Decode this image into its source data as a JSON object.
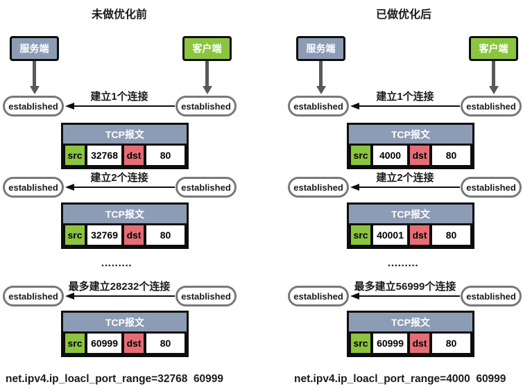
{
  "panels": {
    "before": {
      "title": "未做优化前",
      "server_label": "服务端",
      "client_label": "客户端",
      "established_label": "established",
      "tcp_header": "TCP报文",
      "src_label": "src",
      "dst_label": "dst",
      "dst_port": "80",
      "ellipsis": ".........",
      "connections": [
        {
          "label": "建立1个连接",
          "src_port": "32768"
        },
        {
          "label": "建立2个连接",
          "src_port": "32769"
        },
        {
          "label": "最多建立28232个连接",
          "src_port": "60999"
        }
      ],
      "sysctl": "net.ipv4.ip_loacl_port_range=32768  60999"
    },
    "after": {
      "title": "已做优化后",
      "server_label": "服务端",
      "client_label": "客户端",
      "established_label": "established",
      "tcp_header": "TCP报文",
      "src_label": "src",
      "dst_label": "dst",
      "dst_port": "80",
      "ellipsis": ".........",
      "connections": [
        {
          "label": "建立1个连接",
          "src_port": "4000"
        },
        {
          "label": "建立2个连接",
          "src_port": "40001"
        },
        {
          "label": "最多建立56999个连接",
          "src_port": "60999"
        }
      ],
      "sysctl": "net.ipv4.ip_loacl_port_range=4000  60999"
    }
  },
  "colors": {
    "server_fill": "#8d9cb5",
    "client_fill": "#8bc53f",
    "tcp_header_fill": "#8d9cb5",
    "src_fill": "#8bc53f",
    "dst_fill": "#e56e76",
    "box_border": "#0d0d0d",
    "oval_border": "#787878",
    "arrow_gray": "#595959",
    "background": "#ffffff"
  }
}
